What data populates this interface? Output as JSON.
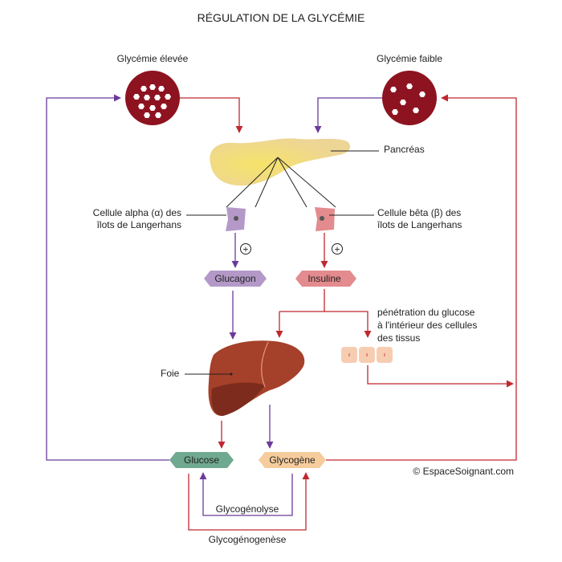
{
  "title": "RÉGULATION DE LA GLYCÉMIE",
  "labels": {
    "high": "Glycémie élevée",
    "low": "Glycémie faible",
    "pancreas": "Pancréas",
    "alpha_line1": "Cellule alpha (α) des",
    "alpha_line2": "îlots de Langerhans",
    "beta_line1": "Cellule bêta (β)  des",
    "beta_line2": "îlots de Langerhans",
    "plus": "+",
    "penetration_line1": "pénétration du glucose",
    "penetration_line2": "à l'intérieur des cellules",
    "penetration_line3": "des tissus",
    "liver": "Foie",
    "glycogenolysis": "Glycogénolyse",
    "glycogenesis": "Glycogénogenèse",
    "copyright": "© EspaceSoignant.com"
  },
  "tags": {
    "glucagon": "Glucagon",
    "insulin": "Insuline",
    "glucose": "Glucose",
    "glycogen": "Glycogène"
  },
  "colors": {
    "purple": "#6b3a9a",
    "red": "#c0282f",
    "glucagon": "#b499c8",
    "insulin": "#e38b8e",
    "glucose": "#6fa990",
    "glycogen": "#f6cc9c",
    "blood": "#8e1320",
    "pancreas": "#edd596",
    "liver": "#a5402a",
    "cells": "#f7cdb2"
  }
}
